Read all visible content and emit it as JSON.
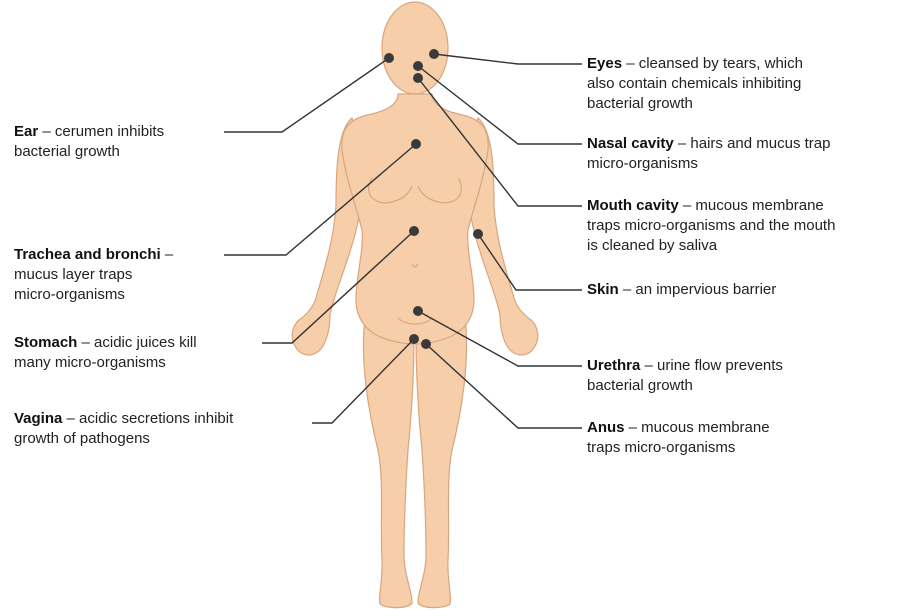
{
  "colors": {
    "skin_fill": "#f6ceaa",
    "skin_outline": "#d9a57e",
    "leader_line": "#333333",
    "marker_dot": "#3a3a3a",
    "text": "#222222"
  },
  "labels": {
    "ear": {
      "term": "Ear",
      "line1": " – cerumen inhibits",
      "line2": "bacterial growth"
    },
    "trachea": {
      "term": "Trachea and bronchi",
      "line1": " –",
      "line2": "mucus layer traps",
      "line3": "micro-organisms"
    },
    "stomach": {
      "term": "Stomach",
      "line1": " – acidic juices kill",
      "line2": "many micro-organisms"
    },
    "vagina": {
      "term": "Vagina",
      "line1": " – acidic secretions inhibit",
      "line2": "growth of pathogens"
    },
    "eyes": {
      "term": "Eyes",
      "line1": " – cleansed by tears, which",
      "line2": "also contain chemicals inhibiting",
      "line3": "bacterial growth"
    },
    "nasal": {
      "term": "Nasal cavity",
      "line1": " – hairs and mucus trap",
      "line2": "micro-organisms"
    },
    "mouth": {
      "term": "Mouth cavity",
      "line1": " – mucous membrane",
      "line2": "traps micro-organisms and the mouth",
      "line3": "is cleaned by saliva"
    },
    "skin": {
      "term": "Skin",
      "line1": " – an impervious barrier"
    },
    "urethra": {
      "term": "Urethra",
      "line1": " – urine flow prevents",
      "line2": "bacterial growth"
    },
    "anus": {
      "term": "Anus",
      "line1": " – mucous membrane",
      "line2": "traps micro-organisms"
    }
  }
}
